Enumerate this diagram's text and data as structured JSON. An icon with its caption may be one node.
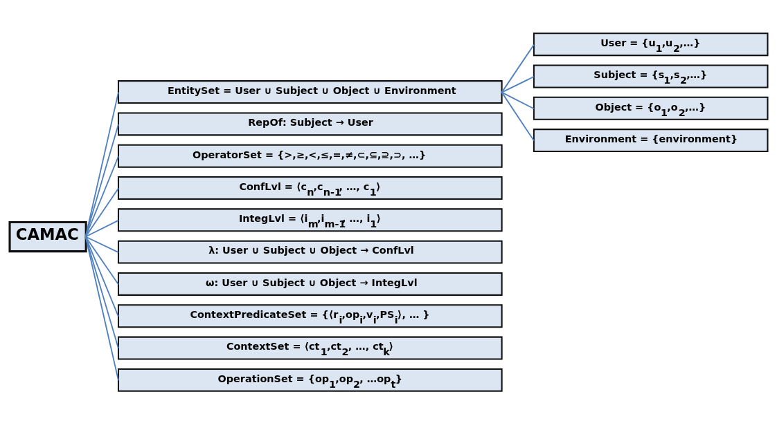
{
  "diagram": {
    "nodes": [
      {
        "text": [
          "CAMAC"
        ]
      },
      {
        "text": [
          "EntitySet = User ∪ Subject ∪ Object ∪ Environment"
        ]
      },
      {
        "text": [
          "RepOf: Subject → User"
        ]
      },
      {
        "text": [
          "OperatorSet = {>,≥,<,≤,=,≠,⊂,⊆,⊇,⊃, …}"
        ]
      },
      {
        "text": [
          "ConfLvl = ⟨c$_{n}$,c$_{n-1}$, …, c$_{1}$⟩"
        ]
      },
      {
        "text": [
          "IntegLvl = ⟨i$_{m}$,i$_{m-1}$, …, i$_{1}$⟩"
        ]
      },
      {
        "text": [
          "λ: User ∪ Subject ∪ Object → ConfLvl"
        ]
      },
      {
        "text": [
          "ω: User ∪ Subject ∪ Object → IntegLvl"
        ]
      },
      {
        "text": [
          "ContextPredicateSet = {⟨r$_{i}$,op$_{i}$,v$_{i}$,PS$_{i}$⟩, … }"
        ]
      },
      {
        "text": [
          "ContextSet = ⟨ct$_{1}$,ct$_{2}$, …, ct$_{k}$⟩"
        ]
      },
      {
        "text": [
          "OperationSet = {op$_{1}$,op$_{2}$, …op$_{t}$}"
        ]
      },
      {
        "text": [
          "User = {u$_{1}$,u$_{2}$,…}"
        ]
      },
      {
        "text": [
          "Subject = {s$_{1}$,s$_{2}$,…}"
        ]
      },
      {
        "text": [
          "Object = {o$_{1}$,o$_{2}$,…}"
        ]
      },
      {
        "text": [
          "Environment = {environment}"
        ]
      }
    ],
    "edges": [
      {
        "from": 0,
        "to": 1,
        "arrow": "none"
      },
      {
        "from": 0,
        "to": 2,
        "arrow": "none"
      },
      {
        "from": 0,
        "to": 3,
        "arrow": "none"
      },
      {
        "from": 0,
        "to": 4,
        "arrow": "none"
      },
      {
        "from": 0,
        "to": 5,
        "arrow": "none"
      },
      {
        "from": 0,
        "to": 6,
        "arrow": "none"
      },
      {
        "from": 0,
        "to": 7,
        "arrow": "none"
      },
      {
        "from": 0,
        "to": 8,
        "arrow": "none"
      },
      {
        "from": 0,
        "to": 9,
        "arrow": "none"
      },
      {
        "from": 0,
        "to": 10,
        "arrow": "none"
      },
      {
        "from": 1,
        "to": 11,
        "arrow": "none"
      },
      {
        "from": 1,
        "to": 12,
        "arrow": "none"
      },
      {
        "from": 1,
        "to": 13,
        "arrow": "none"
      },
      {
        "from": 1,
        "to": 14,
        "arrow": "none"
      }
    ]
  }
}
